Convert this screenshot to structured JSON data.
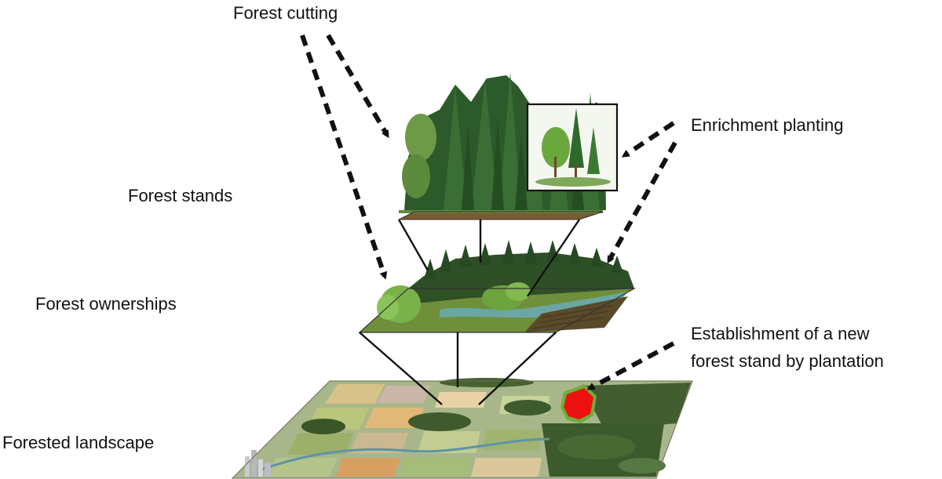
{
  "labels": {
    "forest_cutting": "Forest cutting",
    "enrichment_planting": "Enrichment planting",
    "forest_stands": "Forest stands",
    "forest_ownerships": "Forest ownerships",
    "establishment_line1": "Establishment of a new",
    "establishment_line2": "forest stand by plantation",
    "forested_landscape": "Forested landscape"
  },
  "colors": {
    "arrow": "#111111",
    "plantation_patch": "#ee1111",
    "patch_border": "#6fae3a",
    "conifer": "#2f5a2c",
    "deciduous": "#5e9a3a",
    "ground": "#6f8f3a"
  }
}
